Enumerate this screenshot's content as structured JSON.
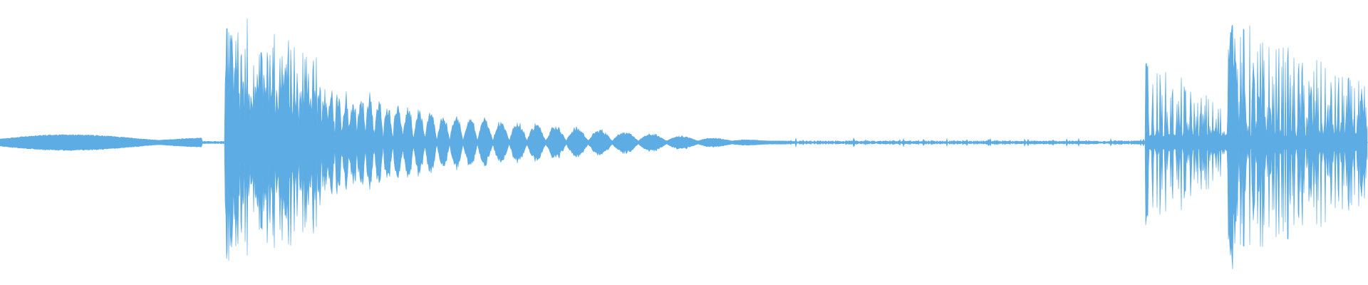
{
  "waveform": {
    "color": "#5eace4",
    "background": "#ffffff",
    "duration_fraction_segments": [
      {
        "name": "intro-tone",
        "start": 0.0,
        "end": 0.148,
        "amplitude": 0.07,
        "style": "smooth-tone"
      },
      {
        "name": "gap-1",
        "start": 0.148,
        "end": 0.165,
        "amplitude": 0.01,
        "style": "silence"
      },
      {
        "name": "burst-1-attack",
        "start": 0.165,
        "end": 0.235,
        "amplitude": 0.98,
        "style": "transient"
      },
      {
        "name": "burst-1-decay",
        "start": 0.235,
        "end": 0.575,
        "amplitude": 0.28,
        "style": "decaying-pulses"
      },
      {
        "name": "quiet-tail",
        "start": 0.575,
        "end": 0.838,
        "amplitude": 0.015,
        "style": "near-silence"
      },
      {
        "name": "burst-2-pre",
        "start": 0.838,
        "end": 0.898,
        "amplitude": 0.62,
        "style": "noisy"
      },
      {
        "name": "burst-2-main",
        "start": 0.898,
        "end": 1.0,
        "amplitude": 0.95,
        "style": "noisy-decay"
      }
    ]
  }
}
